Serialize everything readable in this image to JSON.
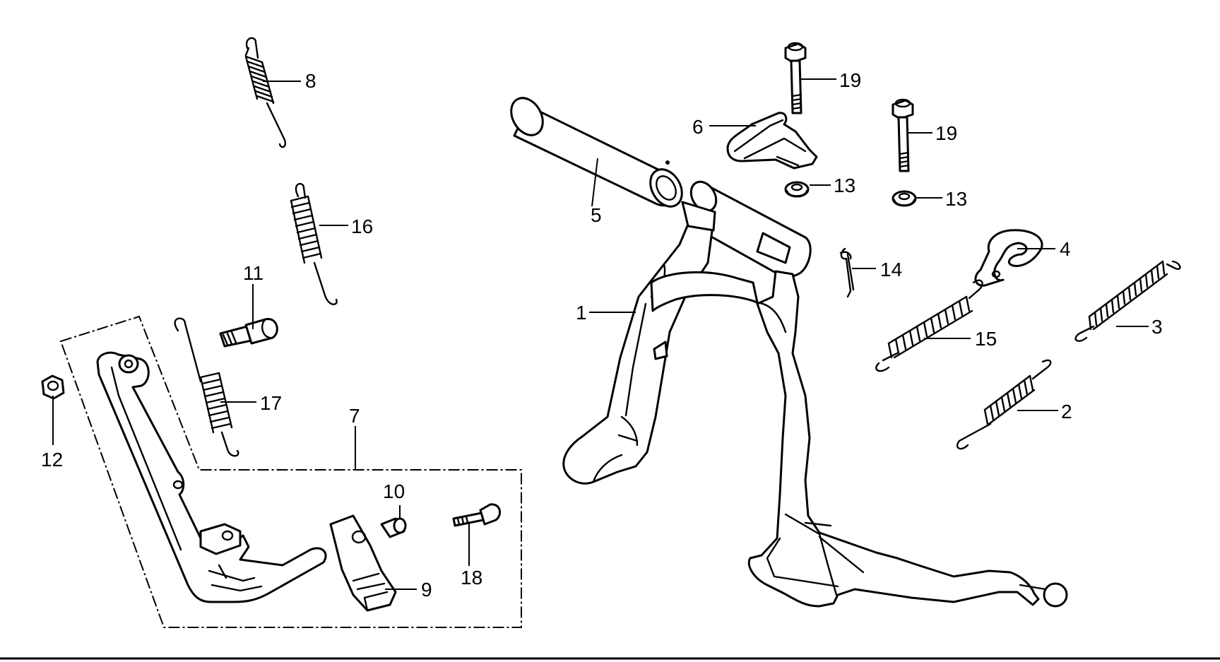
{
  "diagram": {
    "callouts": {
      "c1": "1",
      "c2": "2",
      "c3": "3",
      "c4": "4",
      "c5": "5",
      "c6": "6",
      "c7": "7",
      "c8": "8",
      "c9": "9",
      "c10": "10",
      "c11": "11",
      "c12": "12",
      "c13a": "13",
      "c13b": "13",
      "c14": "14",
      "c15": "15",
      "c16": "16",
      "c17": "17",
      "c18": "18",
      "c19a": "19",
      "c19b": "19"
    },
    "line_color": "#000000",
    "background": "#ffffff"
  }
}
